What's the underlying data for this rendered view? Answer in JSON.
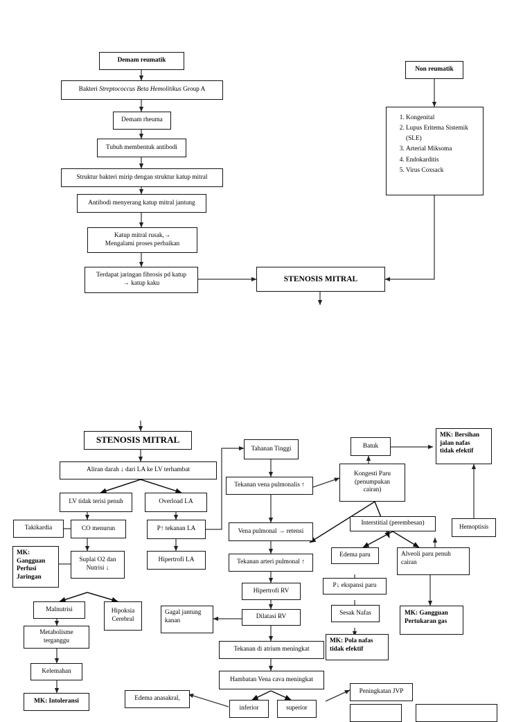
{
  "diagram": {
    "title": "Pathway Stenosis Mitral",
    "language": "id",
    "nodes": {
      "demam_reumatik": "Demam reumatik",
      "bakteri": "Bakteri Streptococcus Beta Hemolitikus Group A",
      "bakteri_plain": "Bakteri ",
      "bakteri_italic": "Streptococcus Beta Hemolitikus",
      "bakteri_tail": " Group A",
      "demam_rheuma": "Demam rheuma",
      "antibodi_bentuk": "Tubuh membentuk antibodi",
      "struktur_mirip": "Struktur bakteri mirip dengan struktur katup mitral",
      "antibodi_serang": "Antibodi menyerang katup mitral jantung",
      "katup_rusak_l1": "Katup mitral rusak,→",
      "katup_rusak_l2": "Mengalami proses perbaikan",
      "fibrosis_l1": "Terdapat jaringan fibrosis pd katup",
      "fibrosis_l2": "→ katup kaku",
      "non_reumatik": "Non reumatik",
      "stenosis_mitral_top": "STENOSIS MITRAL",
      "stenosis_mitral_bottom": "STENOSIS MITRAL",
      "aliran_darah": "Aliran darah ↓ dari LA ke LV  terhambat",
      "lv_tidak_penuh": "LV tidak terisi penuh",
      "overload_la": "Overload LA",
      "takikardia": "Takikardia",
      "co_menurun": "CO menurun",
      "p_tekanan_la": "P↑ tekanan LA",
      "hipertrofi_la": "Hipertrofi LA",
      "mk_perfusi_l1": "MK:",
      "mk_perfusi_l2": "Gangguan",
      "mk_perfusi_l3": "Perfusi",
      "mk_perfusi_l4": "Jaringan",
      "suplai_o2_l1": "Suplai O2 dan",
      "suplai_o2_l2": "Nutrisi ↓",
      "malnutrisi": "Malnutrisi",
      "hipoksia_l1": "Hipoksia",
      "hipoksia_l2": "Cerebral",
      "metabolisme_l1": "Metabolisme",
      "metabolisme_l2": "terganggu",
      "kelemahan": "Kelemahan",
      "mk_intoleransi": "MK: Intoleransi",
      "tahanan_tinggi": "Tahanan Tinggi",
      "tekanan_vena_pulmonalis": "Tekanan  vena pulmonalis ↑",
      "vena_pulmonal_retensi": "Vena pulmonal → retensi",
      "tekanan_arteri_pulmonal": "Tekanan arteri pulmonal ↑",
      "hipertrofi_rv": "Hipertrofi RV",
      "dilatasi_rv": "Dilatasi RV",
      "gagal_jantung_l1": "Gagal jantung",
      "gagal_jantung_l2": "kanan",
      "tekanan_atrium": "Tekanan di atrium meningkat",
      "hambatan_vena_cava": "Hambatan Vena cava meningkat",
      "edema_anasakral": "Edema anasakral,",
      "inferior": "inferior",
      "superior": "superior",
      "batuk": "Batuk",
      "kongesti_l1": "Kongesti Paru",
      "kongesti_l2": "(penumpukan",
      "kongesti_l3": "cairan)",
      "interstitial": "Interstitial (perembesan)",
      "edema_paru": "Edema paru",
      "alveoli_l1": "Alveoli paru penuh",
      "alveoli_l2": "cairan",
      "p_ekspansi_paru": "P↓ ekspansi paru",
      "sesak_nafas": "Sesak Nafas",
      "mk_pola_nafas_l1": "MK: Pola nafas",
      "mk_pola_nafas_l2": "tidak efektif",
      "mk_bersihan_l1": "MK: Bersihan",
      "mk_bersihan_l2": "jalan nafas",
      "mk_bersihan_l3": "tidak efektif",
      "hemoptisis": "Hemoptisis",
      "mk_pertukaran_l1": "MK: Gangguan",
      "mk_pertukaran_l2": "Pertukaran gas",
      "peningkatan_jvp": "Peningkatan JVP"
    },
    "non_reumatik_list": [
      "Kongenital",
      "Lupus Eritema Sistemik (SLE)",
      "Arterial Miksoma",
      "Endokarditis",
      "Virus Coxsack"
    ],
    "colors": {
      "stroke": "#111111",
      "background": "#ffffff",
      "text": "#000000"
    }
  }
}
